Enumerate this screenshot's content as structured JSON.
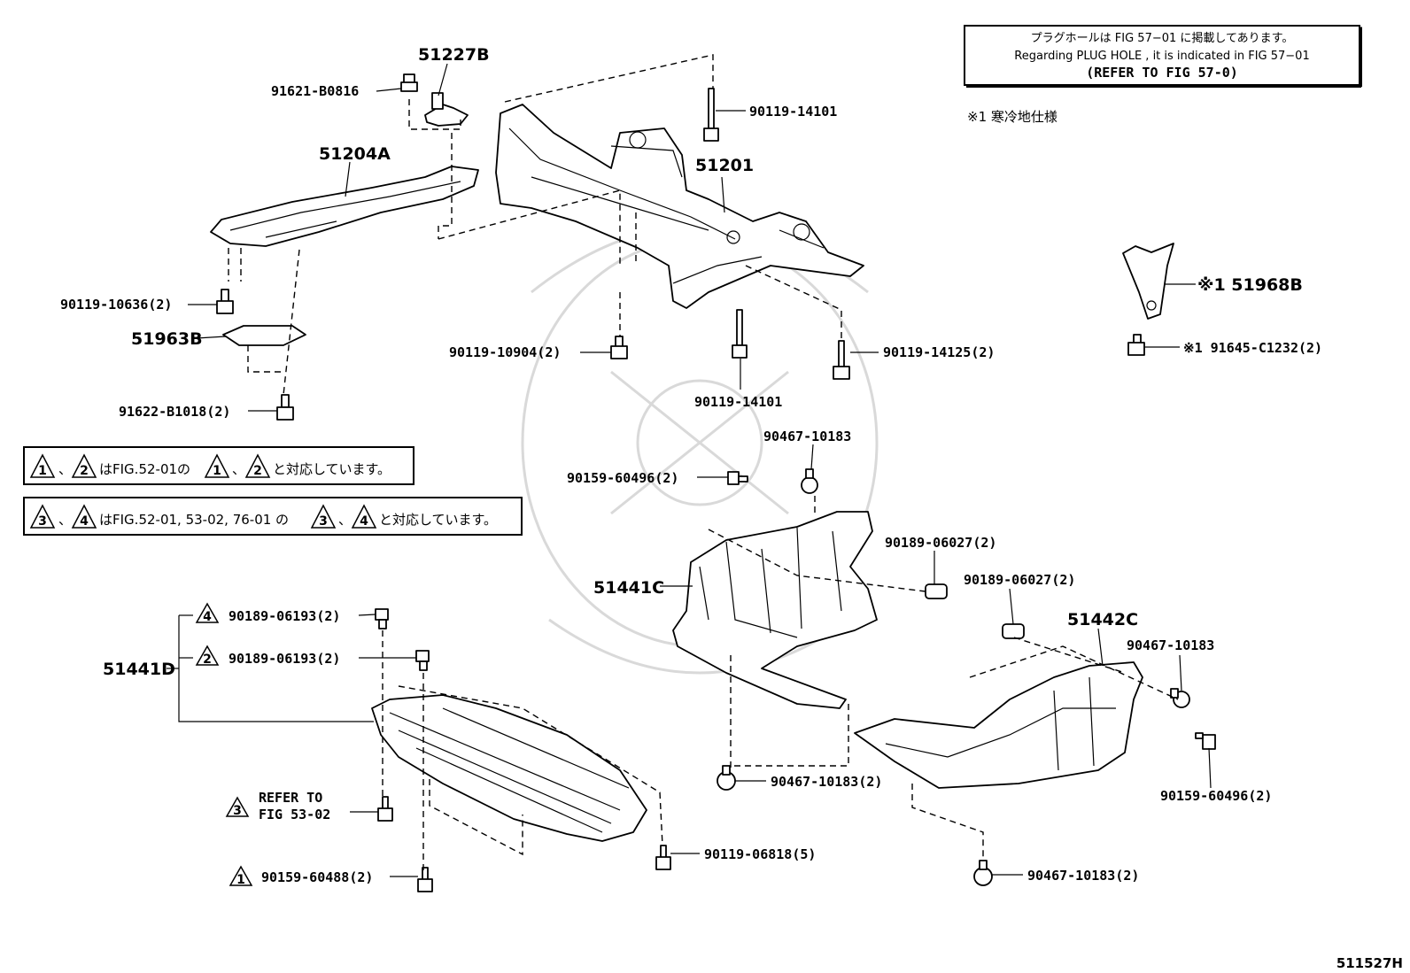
{
  "notice": {
    "line1": "プラグホールは FIG 57−01 に掲載してあります。",
    "line2": "Regarding PLUG HOLE , it is indicated in FIG 57−01",
    "line3": "(REFER TO FIG 57-0)"
  },
  "cold_spec_note": "※1 寒冷地仕様",
  "legend_box_1": {
    "marks": [
      "1",
      "2"
    ],
    "sep": "、",
    "text": "はFIG.52-01の",
    "marks_ref": [
      "1",
      "2"
    ],
    "tail": "と対応しています。"
  },
  "legend_box_2": {
    "marks": [
      "3",
      "4"
    ],
    "sep": "、",
    "text": "はFIG.52-01, 53-02, 76-01 の",
    "marks_ref": [
      "3",
      "4"
    ],
    "tail": "と対応しています。"
  },
  "parts": {
    "p51227B": "51227B",
    "p91621": "91621-B0816",
    "p51204A": "51204A",
    "p90119_14101_top": "90119-14101",
    "p51201": "51201",
    "p90119_10636": "90119-10636(2)",
    "p51963B": "51963B",
    "p91622": "91622-B1018(2)",
    "p90119_10904": "90119-10904(2)",
    "p90119_14101_bot": "90119-14101",
    "p90119_14125": "90119-14125(2)",
    "p51968B": "※1 51968B",
    "p91645": "※1 91645-C1232(2)",
    "p90467_10183_a": "90467-10183",
    "p90159_60496_a": "90159-60496(2)",
    "p90189_06027_a": "90189-06027(2)",
    "p51441C": "51441C",
    "p90189_06027_b": "90189-06027(2)",
    "p51442C": "51442C",
    "p90467_10183_b": "90467-10183",
    "p90467_10183_c": "90467-10183(2)",
    "p90159_60496_b": "90159-60496(2)",
    "p90467_10183_d": "90467-10183(2)",
    "p51441D": "51441D",
    "p90189_06193_a": "90189-06193(2)",
    "p90189_06193_b": "90189-06193(2)",
    "refer_line1": "REFER TO",
    "refer_line2": "FIG 53-02",
    "p90119_06818": "90119-06818(5)",
    "p90159_60488": "90159-60488(2)"
  },
  "markers": {
    "m4": "4",
    "m2": "2",
    "m3": "3",
    "m1": "1"
  },
  "figure_id": "511527H"
}
